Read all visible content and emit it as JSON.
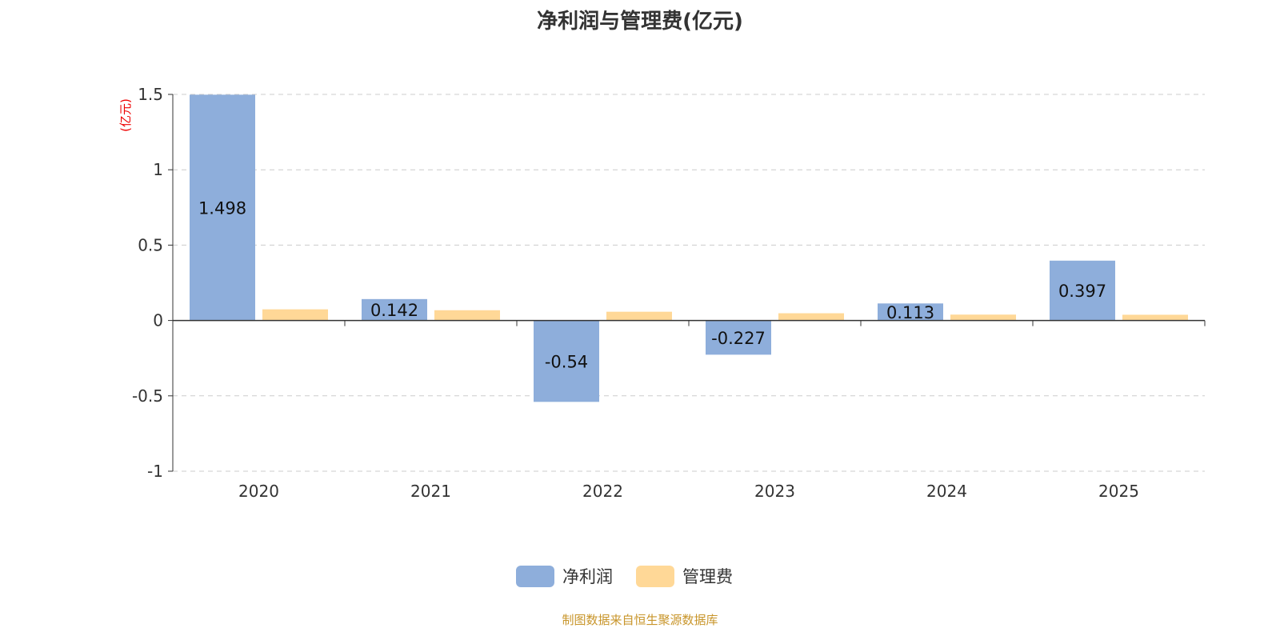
{
  "chart_data": {
    "type": "bar",
    "title": "净利润与管理费(亿元)",
    "ylabel": "(亿元)",
    "xlabel": "",
    "ylim": [
      -1,
      1.5
    ],
    "yticks": [
      -1,
      -0.5,
      0,
      0.5,
      1,
      1.5
    ],
    "ytick_labels": [
      "-1",
      "-0.5",
      "0",
      "0.5",
      "1",
      "1.5"
    ],
    "categories": [
      "2020",
      "2021",
      "2022",
      "2023",
      "2024",
      "2025"
    ],
    "series": [
      {
        "name": "净利润",
        "color": "#8eaedb",
        "values": [
          1.498,
          0.142,
          -0.54,
          -0.227,
          0.113,
          0.397
        ],
        "labels": [
          "1.498",
          "0.142",
          "-0.54",
          "-0.227",
          "0.113",
          "0.397"
        ]
      },
      {
        "name": "管理费",
        "color": "#ffd897",
        "values": [
          0.074,
          0.068,
          0.058,
          0.048,
          0.039,
          0.038
        ]
      }
    ],
    "grid": true,
    "legend": "bottom-center"
  },
  "source": "制图数据来自恒生聚源数据库"
}
